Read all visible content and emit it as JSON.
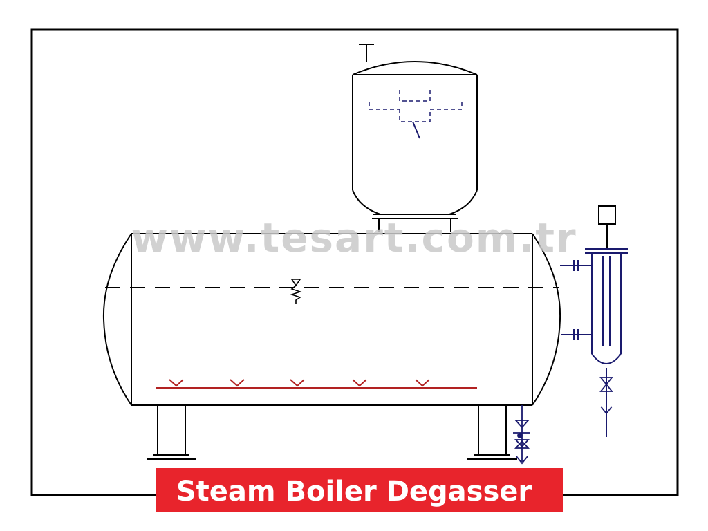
{
  "title": "Steam Boiler Degasser",
  "watermark": "www.tesart.com.tr",
  "colors": {
    "frame": "#000000",
    "vessel_outline": "#000000",
    "piping": "#1a1a6e",
    "sparger": "#b22222",
    "title_background": "#e8242c",
    "title_text": "#ffffff",
    "watermark": "#c9c9c9"
  },
  "symbols": [
    "deaerator-dome",
    "storage-tank",
    "tray-assembly",
    "water-level-line",
    "water-level-indicator",
    "steam-sparger",
    "level-gauge-glass",
    "drain-valve",
    "gate-valve",
    "tank-support-leg"
  ]
}
